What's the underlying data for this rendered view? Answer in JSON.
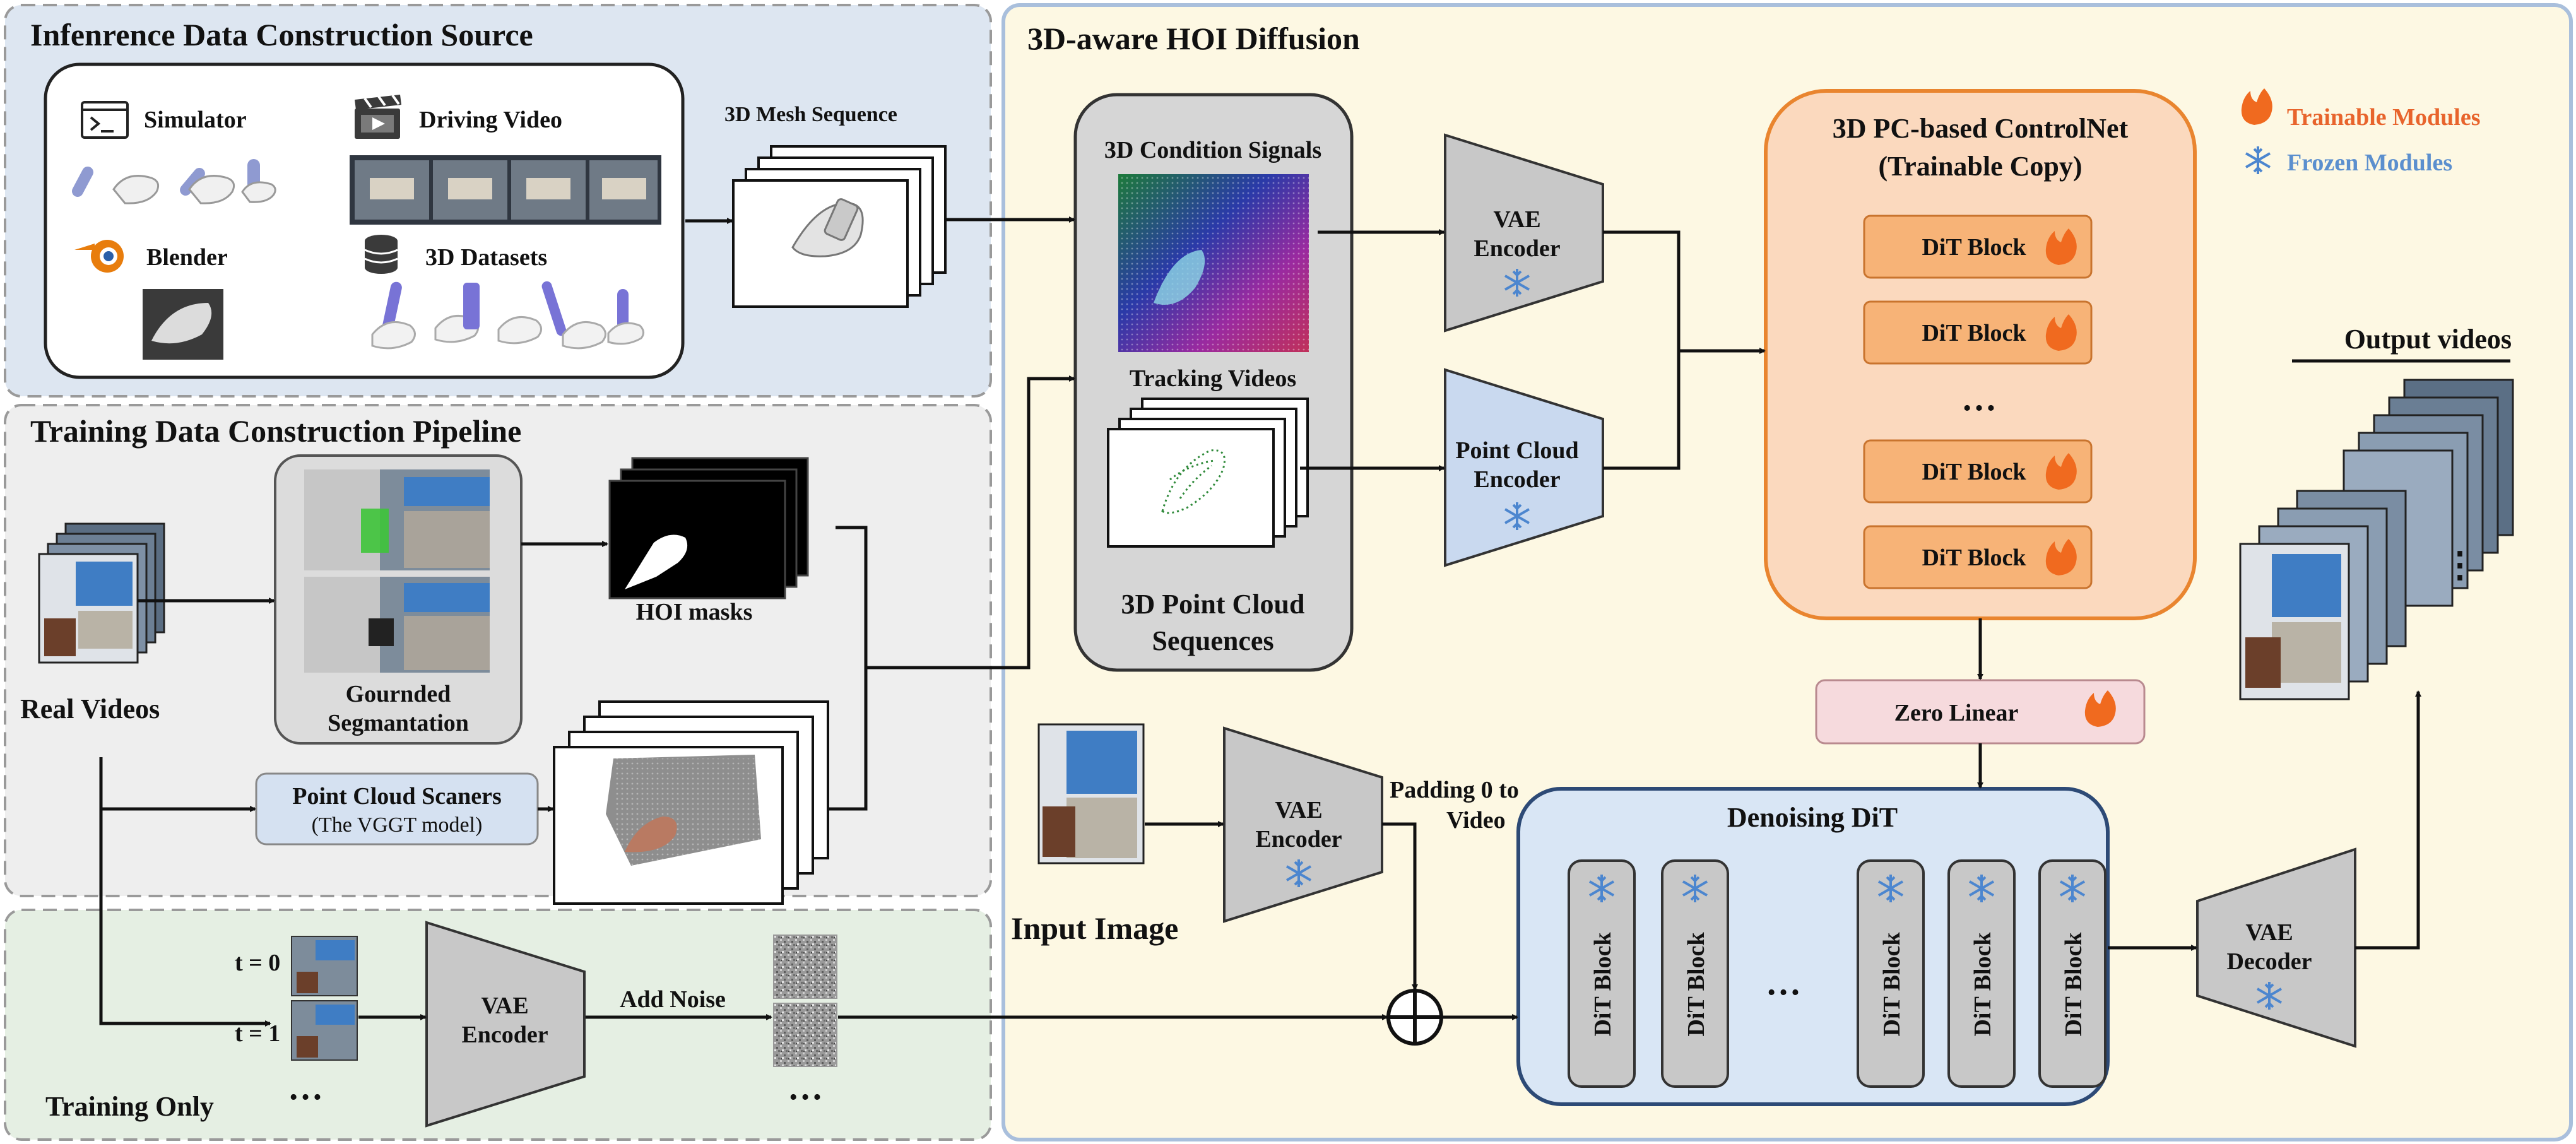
{
  "panels": {
    "inference": {
      "title": "Infenrence Data Construction Source",
      "simulator": "Simulator",
      "driving_video": "Driving Video",
      "blender": "Blender",
      "datasets": "3D Datasets"
    },
    "mesh_sequence": "3D Mesh Sequence",
    "training": {
      "title": "Training Data Construction Pipeline",
      "real_videos": "Real Videos",
      "grounded_line1": "Gournded",
      "grounded_line2": "Segmantation",
      "hoi_masks": "HOI masks",
      "scanner_line1": "Point Cloud Scaners",
      "scanner_line2": "(The VGGT model)"
    },
    "training_only": {
      "title": "Training Only",
      "t0": "t = 0",
      "t1": "t = 1",
      "add_noise": "Add Noise"
    },
    "hoi_diffusion": {
      "title": "3D-aware HOI Diffusion",
      "cond_signals": "3D Condition Signals",
      "tracking_videos": "Tracking Videos",
      "pc_seq_line1": "3D Point Cloud",
      "pc_seq_line2": "Sequences",
      "controlnet_line1": "3D PC-based ControlNet",
      "controlnet_line2": "(Trainable Copy)",
      "dit_block": "DiT Block",
      "zero_linear": "Zero Linear",
      "denoising": "Denoising DiT",
      "input_image": "Input Image",
      "padding_line1": "Padding 0 to",
      "padding_line2": "Video",
      "output_videos": "Output videos"
    },
    "legend": {
      "trainable": "Trainable Modules",
      "frozen": "Frozen Modules"
    },
    "encoders": {
      "vae_line1": "VAE",
      "encoder": "Encoder",
      "decoder": "Decoder",
      "pc_line1": "Point Cloud"
    },
    "ellipsis": "…",
    "vdots": "⋮"
  },
  "colors": {
    "inference_panel": "#dde6f1",
    "training_panel": "#eeeeee",
    "training_only_panel": "#e5efe3",
    "diffusion_panel": "#fdf8e3",
    "controlnet_fill": "#fbd9be",
    "controlnet_border": "#e9852f",
    "dit_fill": "#f7b377",
    "zero_linear_fill": "#f6dadd",
    "denoising_fill": "#d9e6f5",
    "denoising_border": "#2d4a76",
    "frozen_encoder_fill": "#c9d9ef",
    "trainable_text": "#e8642c",
    "frozen_text": "#5b8fce"
  }
}
